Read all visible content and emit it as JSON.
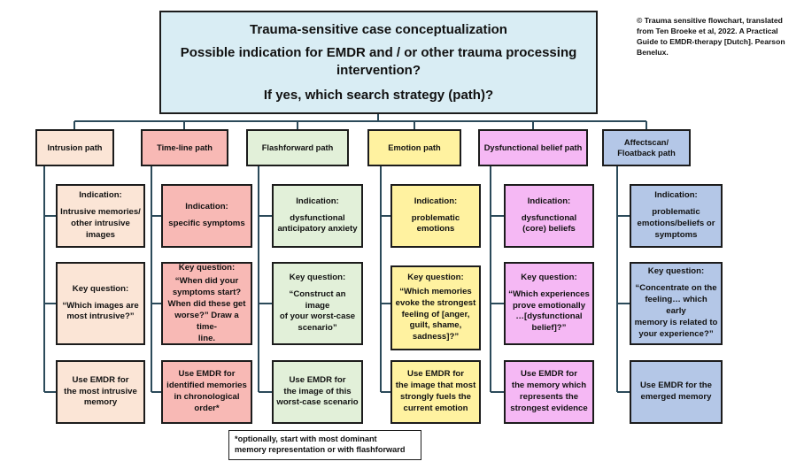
{
  "title": {
    "line1": "Trauma-sensitive case conceptualization",
    "line2": "Possible indication for EMDR and / or other trauma processing\nintervention?",
    "line3": "If yes, which search strategy (path)?"
  },
  "credit": "© Trauma sensitive flowchart, translated from Ten Broeke et al, 2022. A Practical Guide to EMDR-therapy [Dutch]. Pearson Benelux.",
  "footnote": "*optionally, start with  most dominant\nmemory representation or with flashforward",
  "colors": {
    "intrusion": "#fbe5d6",
    "timeline": "#f8b9b5",
    "flashforward": "#e2f0d9",
    "emotion": "#fff2a0",
    "belief": "#f5b8f4",
    "affectscan": "#b4c7e7",
    "title_bg": "#d9edf4"
  },
  "paths": [
    {
      "name": "Intrusion path",
      "indication_label": "Indication:",
      "indication": "Intrusive memories/\nother intrusive\nimages",
      "question_label": "Key question:",
      "question": "“Which images are\nmost intrusive?”",
      "action": "Use EMDR for\nthe most intrusive\nmemory"
    },
    {
      "name": "Time-line path",
      "indication_label": "Indication:",
      "indication": "specific symptoms",
      "question_label": "Key question:",
      "question": "“When did your\nsymptoms start?\nWhen did these get\nworse?” Draw a time-\nline.",
      "action": "Use EMDR for\nidentified memories\nin chronological\norder*"
    },
    {
      "name": "Flashforward path",
      "indication_label": "Indication:",
      "indication": "dysfunctional\nanticipatory anxiety",
      "question_label": "Key question:",
      "question": "“Construct an image\nof your worst-case\nscenario”",
      "action": "Use EMDR for\nthe image of this\nworst-case scenario"
    },
    {
      "name": "Emotion path",
      "indication_label": "Indication:",
      "indication": "problematic\nemotions",
      "question_label": "Key question:",
      "question": "“Which memories\nevoke the strongest\nfeeling of [anger,\nguilt, shame,\nsadness]?”",
      "action": "Use EMDR for\nthe image that most\nstrongly fuels the\ncurrent emotion"
    },
    {
      "name": "Dysfunctional belief  path",
      "indication_label": "Indication:",
      "indication": "dysfunctional\n(core) beliefs",
      "question_label": "Key question:",
      "question": "“Which experiences\nprove emotionally\n…[dysfunctional\nbelief]?”",
      "action": "Use EMDR for\nthe memory which\nrepresents the\nstrongest evidence"
    },
    {
      "name": "Affectscan/\nFloatback path",
      "indication_label": "Indication:",
      "indication": "problematic\nemotions/beliefs or\nsymptoms",
      "question_label": "Key question:",
      "question": "“Concentrate on the\nfeeling… which early\nmemory is related  to\nyour experience?”",
      "action": "Use EMDR for the\nemerged memory"
    }
  ]
}
